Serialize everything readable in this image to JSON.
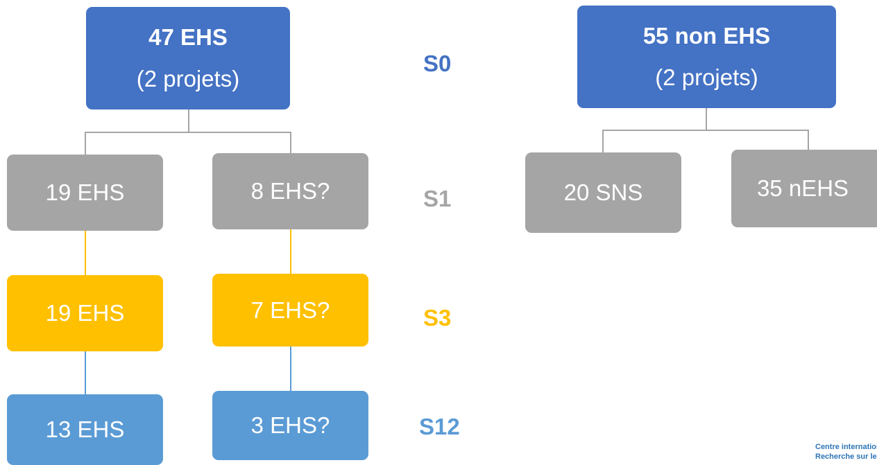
{
  "left_root": {
    "title": "47 EHS",
    "subtitle": "(2 projets)"
  },
  "right_root": {
    "title": "55 non EHS",
    "subtitle": "(2 projets)"
  },
  "stages": {
    "s0": "S0",
    "s1": "S1",
    "s3": "S3",
    "s12": "S12"
  },
  "stage_colors": {
    "s0": "#4472C4",
    "s1": "#A5A5A5",
    "s3": "#FFC000",
    "s12": "#5B9BD5"
  },
  "left_col": {
    "s1": "19 EHS",
    "s3": "19 EHS",
    "s12": "13 EHS"
  },
  "mid_col": {
    "s1": "8 EHS?",
    "s3": "7 EHS?",
    "s12": "3 EHS?"
  },
  "right_children": {
    "a": "20 SNS",
    "b": "35 nEHS"
  },
  "logo": {
    "line1": "Centre internation",
    "line2": "Recherche sur le C"
  }
}
